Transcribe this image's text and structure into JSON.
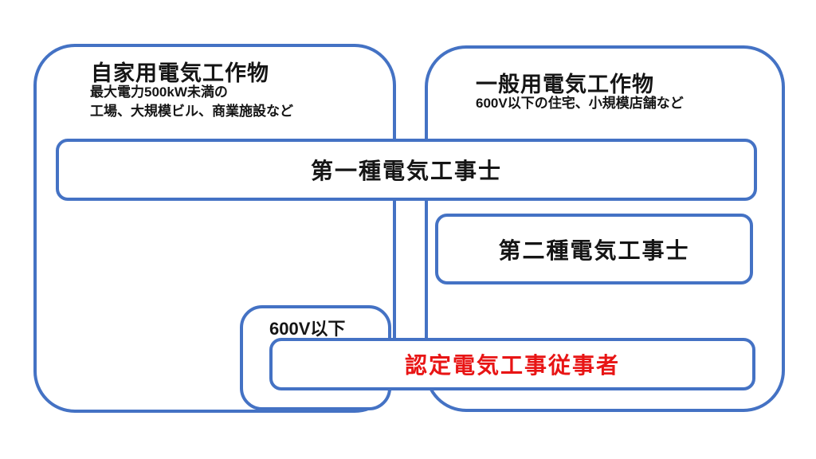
{
  "palette": {
    "border_blue": "#4472c4",
    "text_black": "#151515",
    "accent_red": "#e81515",
    "background": "#ffffff"
  },
  "diagram": {
    "left_zone": {
      "title": "自家用電気工作物",
      "subtitle_line1": "最大電力500kW未満の",
      "subtitle_line2": "工場、大規模ビル、商業施設など"
    },
    "right_zone": {
      "title": "一般用電気工作物",
      "subtitle": "600V以下の住宅、小規模店舗など"
    },
    "first_class_box": {
      "label": "第一種電気工事士"
    },
    "second_class_box": {
      "label": "第二種電気工事士"
    },
    "voltage_box": {
      "label": "600V以下"
    },
    "certified_box": {
      "label": "認定電気工事従事者"
    }
  }
}
